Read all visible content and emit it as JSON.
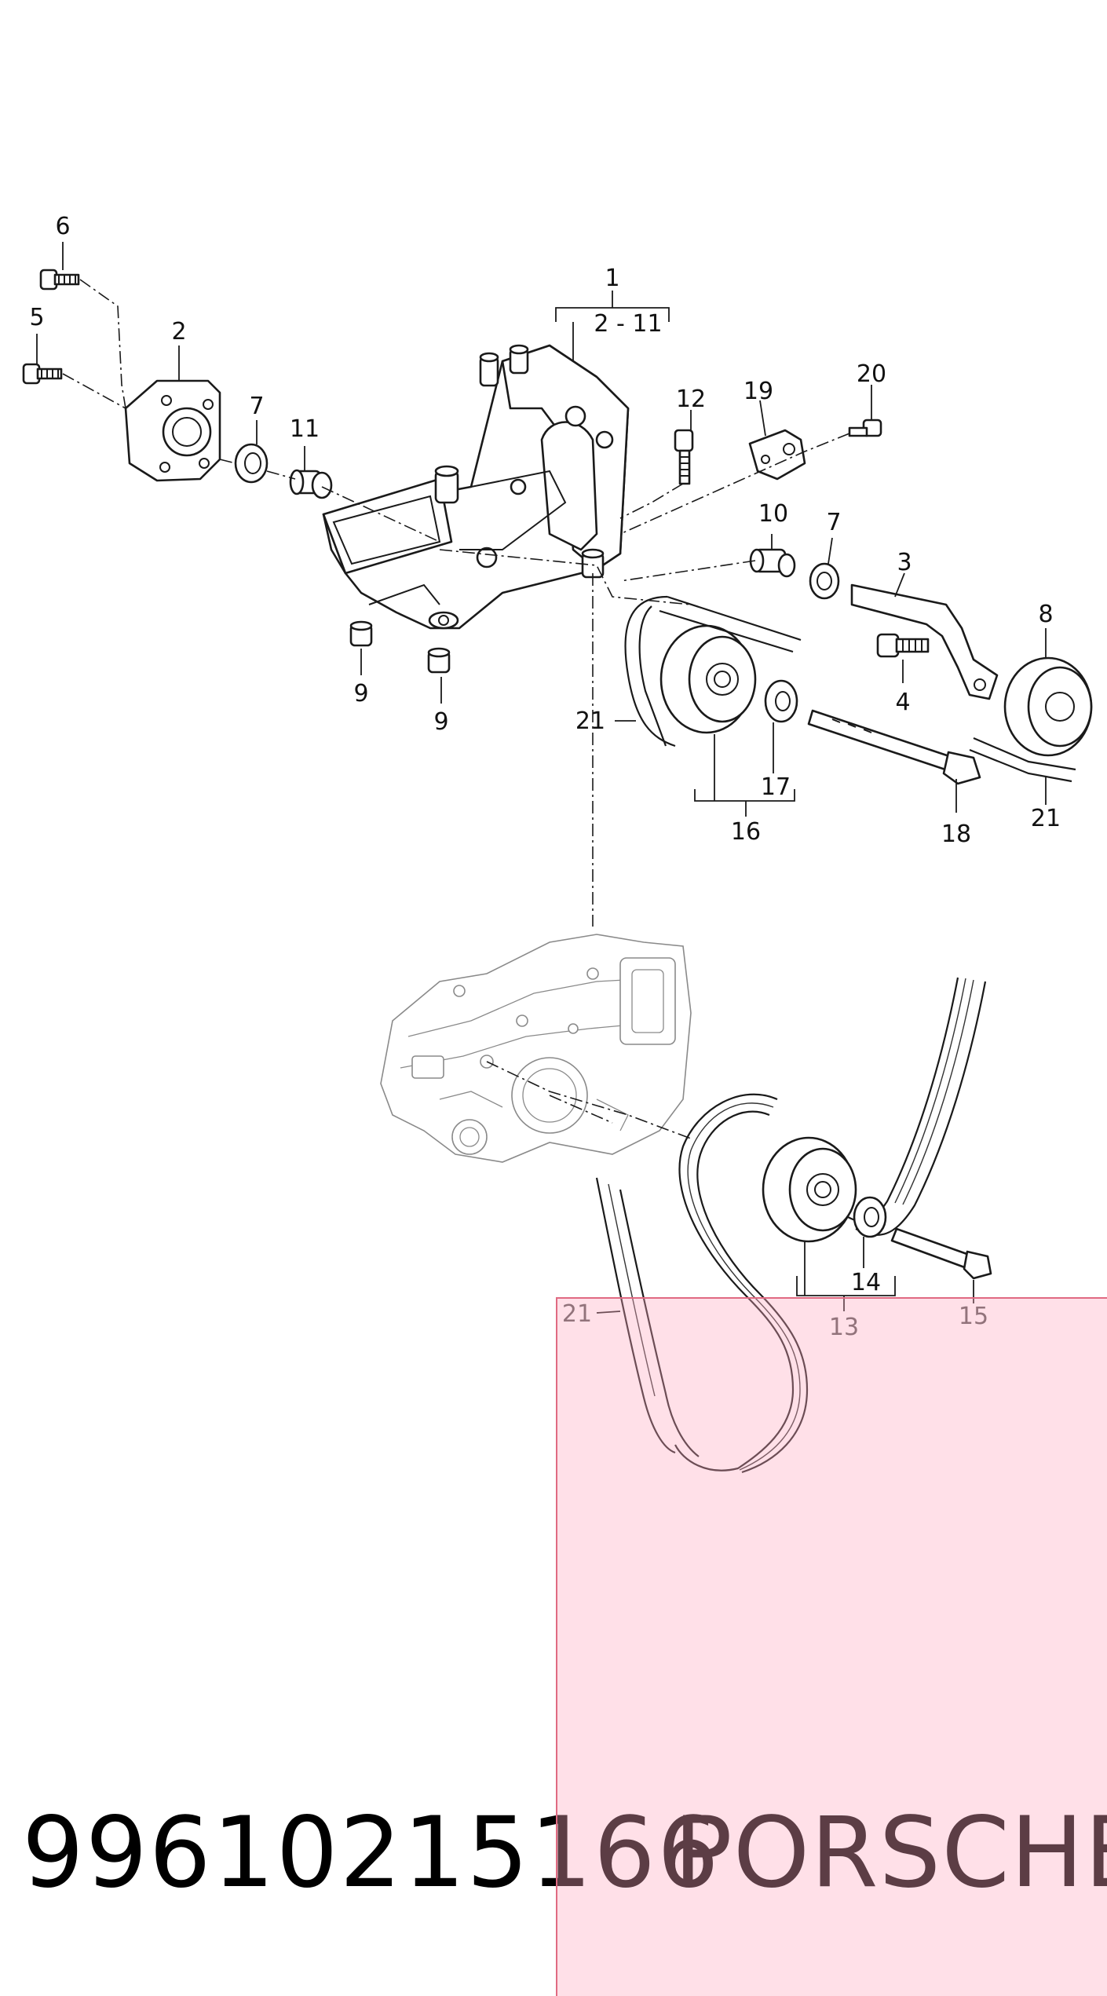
{
  "callouts": {
    "c1": "1",
    "c2_11": "2 - 11",
    "c2": "2",
    "c3": "3",
    "c4": "4",
    "c5": "5",
    "c6": "6",
    "c7a": "7",
    "c7b": "7",
    "c8": "8",
    "c9a": "9",
    "c9b": "9",
    "c10": "10",
    "c11": "11",
    "c12": "12",
    "c13": "13",
    "c14": "14",
    "c15": "15",
    "c16": "16",
    "c17": "17",
    "c18": "18",
    "c19": "19",
    "c20": "20",
    "c21a": "21",
    "c21b": "21",
    "c21c": "21"
  },
  "caption": {
    "part_number": "99610215166",
    "brand": "PORSCHE"
  },
  "colors": {
    "highlight_fill": "#ffd9e0",
    "highlight_border": "#e06a82",
    "line": "#1a1a1a"
  }
}
